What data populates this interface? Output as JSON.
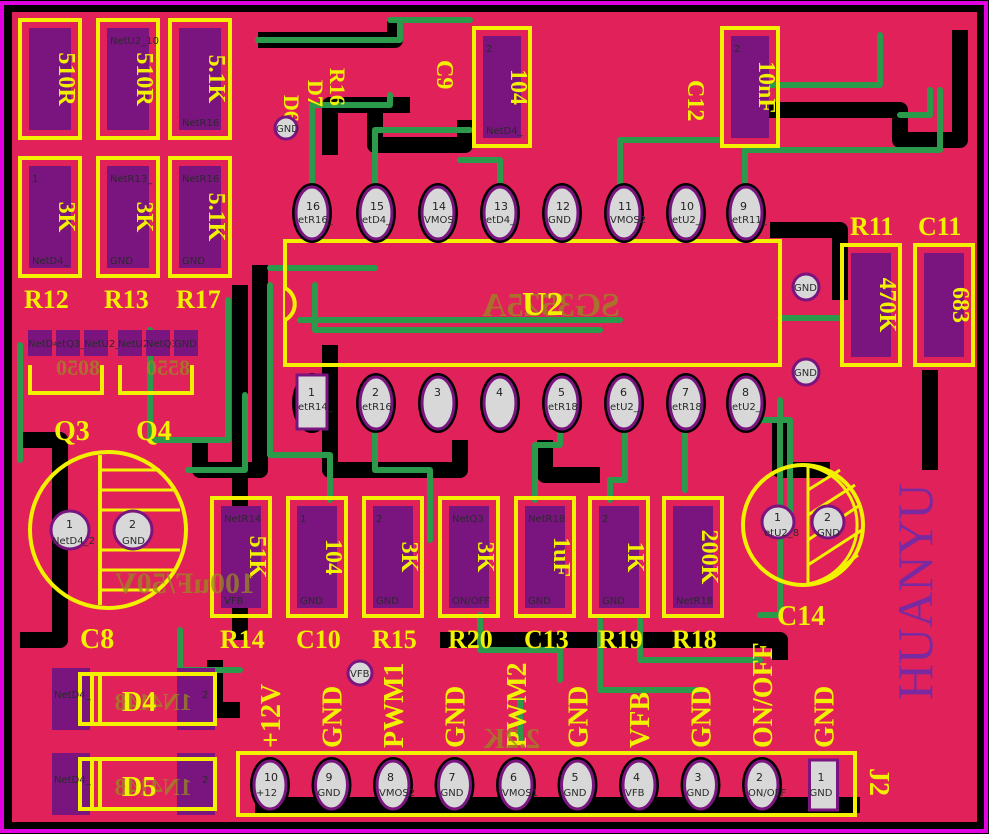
{
  "colors": {
    "board_outline": "#e000e0",
    "copper_pour": "#e0215a",
    "trace": "#2b9a4a",
    "silkscreen": "#f2f200",
    "pad_smd": "#7a1580",
    "pad_tht": "#c8c8c8",
    "background": "#000000",
    "brand_text": "#7a2aa0"
  },
  "brand": "HUANYU",
  "ic": {
    "ref": "U2",
    "value_mirrored": "SG3525A"
  },
  "ic_top_pins": [
    {
      "num": "16",
      "net": "etR16_"
    },
    {
      "num": "15",
      "net": "etD4_"
    },
    {
      "num": "14",
      "net": "VMOS"
    },
    {
      "num": "13",
      "net": "etD4_"
    },
    {
      "num": "12",
      "net": "GND"
    },
    {
      "num": "11",
      "net": "VMOS2"
    },
    {
      "num": "10",
      "net": "etU2_"
    },
    {
      "num": "9",
      "net": "etR11_"
    }
  ],
  "ic_bottom_pins": [
    {
      "num": "1",
      "net": "etR14_"
    },
    {
      "num": "2",
      "net": "etR16"
    },
    {
      "num": "3",
      "net": ""
    },
    {
      "num": "4",
      "net": ""
    },
    {
      "num": "5",
      "net": "etR18"
    },
    {
      "num": "6",
      "net": "etU2_"
    },
    {
      "num": "7",
      "net": "etR18"
    },
    {
      "num": "8",
      "net": "etU2_"
    }
  ],
  "top_left_parts": [
    {
      "ref": "",
      "value": "510R",
      "pin1": "",
      "pin2": ""
    },
    {
      "ref": "",
      "value": "510R",
      "pin1": "NetU2_10",
      "pin2": ""
    },
    {
      "ref": "",
      "value": "5.1K",
      "pin1": "",
      "pin2": "NetR16"
    }
  ],
  "diodes_top": [
    "D6",
    "D7",
    "R16"
  ],
  "cap_top": [
    {
      "ref": "C9",
      "value": "104",
      "pin1": "NetD4_",
      "pin2": "2"
    },
    {
      "ref": "C12",
      "value": "10nF",
      "pin1": "",
      "pin2": "2"
    }
  ],
  "mid_left_resistors": [
    {
      "ref": "R12",
      "value": "3K",
      "pin1": "NetD4_",
      "pin2": "1"
    },
    {
      "ref": "R13",
      "value": "3K",
      "pin1": "GND",
      "pin2": "NetR13_"
    },
    {
      "ref": "R17",
      "value": "5.1K",
      "pin1": "GND",
      "pin2": "NetR16"
    }
  ],
  "right_parts": [
    {
      "ref": "R11",
      "value": "470K"
    },
    {
      "ref": "C11",
      "value": "683"
    }
  ],
  "transistors": [
    {
      "ref": "Q3",
      "value": "8050",
      "pins": [
        "NetD4",
        "etQ3_",
        "NetU2_10"
      ]
    },
    {
      "ref": "Q4",
      "value": "8550",
      "pins": [
        "NetU2_",
        "NetQ3_1",
        "GND"
      ]
    }
  ],
  "cap_c8": {
    "ref": "C8",
    "value": "100uF/50V",
    "pin1": "NetD4_2",
    "pin2": "GND"
  },
  "cap_c14": {
    "ref": "C14",
    "pin1": "etU2_8",
    "pin2": "GND"
  },
  "bottom_row": [
    {
      "ref": "R14",
      "value": "51K",
      "top": "NetR14",
      "bottom": "VFB"
    },
    {
      "ref": "C10",
      "value": "104",
      "top": "1",
      "bottom": "GND"
    },
    {
      "ref": "R15",
      "value": "3K",
      "top": "2",
      "bottom": "GND"
    },
    {
      "ref": "R20",
      "value": "3K",
      "top": "NetQ3",
      "bottom": "ON/OFF"
    },
    {
      "ref": "C13",
      "value": "1uF",
      "top": "NetR18",
      "bottom": "GND"
    },
    {
      "ref": "R19",
      "value": "1K",
      "top": "2",
      "bottom": "GND"
    },
    {
      "ref": "R18",
      "value": "200K",
      "top": "",
      "bottom": "NetR18"
    }
  ],
  "diodes_bottom": [
    {
      "ref": "D4",
      "value_mirrored": "1N4148",
      "left": "NetD4_",
      "right": "2"
    },
    {
      "ref": "D5",
      "value_mirrored": "1N4148",
      "left": "NetD4_",
      "right": "2"
    }
  ],
  "connector": {
    "ref": "J2",
    "labels": [
      "+12V",
      "GND",
      "PWM1",
      "GND",
      "PWM2",
      "GND",
      "VFB",
      "GND",
      "ON/OFF",
      "GND"
    ],
    "pins": [
      {
        "num": "10",
        "net": "+12"
      },
      {
        "num": "9",
        "net": "GND"
      },
      {
        "num": "8",
        "net": "VMOS2"
      },
      {
        "num": "7",
        "net": "GND"
      },
      {
        "num": "6",
        "net": "VMOS1"
      },
      {
        "num": "5",
        "net": "GND"
      },
      {
        "num": "4",
        "net": "VFB"
      },
      {
        "num": "3",
        "net": "GND"
      },
      {
        "num": "2",
        "net": "ON/OFF"
      },
      {
        "num": "1",
        "net": "GND"
      }
    ]
  },
  "via_labels": [
    "GND",
    "GND",
    "GND",
    "VFB"
  ],
  "mirrored_misc": "2.2K"
}
